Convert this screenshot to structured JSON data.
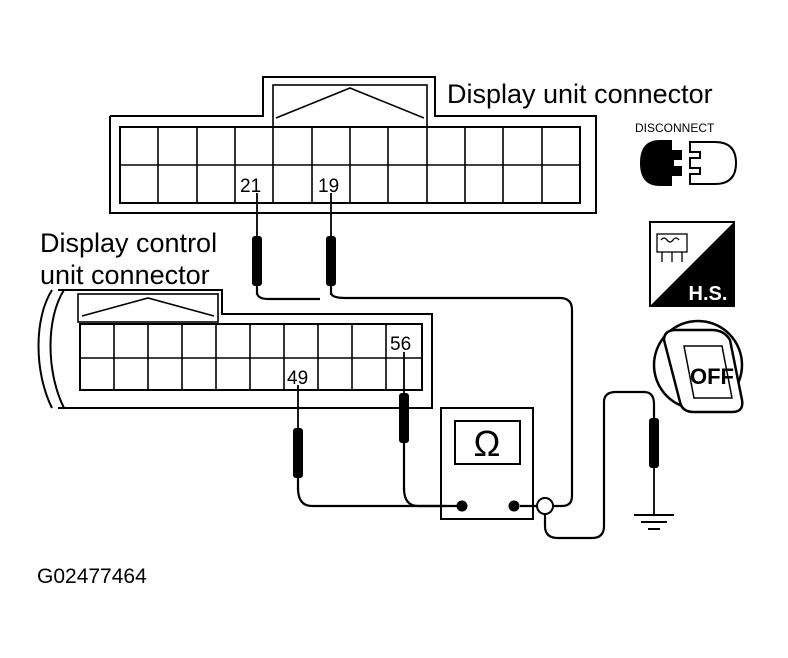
{
  "labels": {
    "display_unit_connector": "Display unit connector",
    "display_control_line1": "Display control",
    "display_control_line2": "unit connector",
    "figure_id": "G02477464"
  },
  "pins": {
    "p21": "21",
    "p19": "19",
    "p49": "49",
    "p56": "56"
  },
  "meter": {
    "symbol": "Ω"
  },
  "icons": {
    "disconnect_label": "DISCONNECT",
    "hs_label": "H.S.",
    "key_label": "OFF"
  }
}
